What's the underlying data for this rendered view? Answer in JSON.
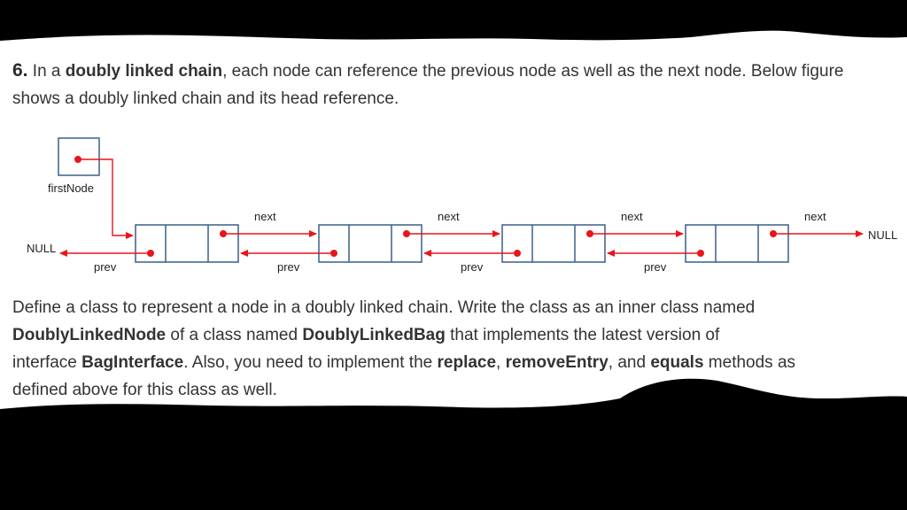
{
  "question": {
    "number": "6.",
    "parts": [
      {
        "text": " In a ",
        "bold": false
      },
      {
        "text": "doubly linked chain",
        "bold": true
      },
      {
        "text": ", each node can reference the previous node as well as the next node. Below figure",
        "bold": false
      }
    ],
    "line2": "shows a doubly linked chain and its head reference."
  },
  "diagram": {
    "head_label": "firstNode",
    "null_left": "NULL",
    "null_right": "NULL",
    "next_labels": [
      "next",
      "next",
      "next",
      "next"
    ],
    "prev_labels": [
      "prev",
      "prev",
      "prev",
      "prev"
    ],
    "arrow_color": "#e8151b",
    "box_stroke": "#3a5f8a",
    "node_count": 4
  },
  "body": {
    "l1": "Define a class to represent a node in a doubly linked chain. Write the class as an inner class named",
    "l2a": "DoublyLinkedNode",
    "l2b": " of a class named ",
    "l2c": "DoublyLinkedBag",
    "l2d": " that implements the latest version of",
    "l3a": "interface ",
    "l3b": "BagInterface",
    "l3c": ". Also, you need to implement the ",
    "l3d": "replace",
    "l3e": ", ",
    "l3f": "removeEntry",
    "l3g": ", and ",
    "l3h": "equals",
    "l3i": " methods as",
    "l4": "defined above for this class as well."
  }
}
